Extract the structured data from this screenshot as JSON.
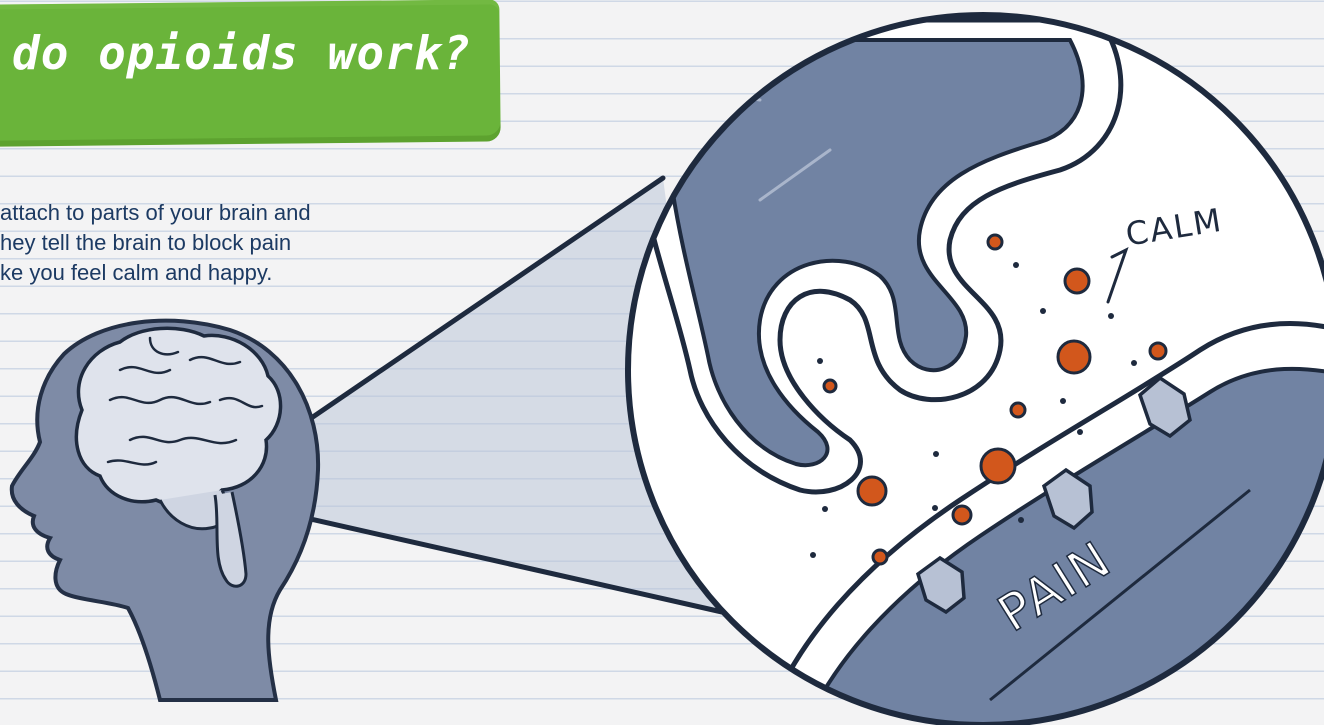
{
  "banner": {
    "title": "do opioids work?"
  },
  "body_text": {
    "lines": [
      "attach to parts of your brain and",
      "hey tell the brain to block pain",
      "ke you feel calm and happy."
    ]
  },
  "illustration": {
    "calm_label": "CALM",
    "pain_label": "PAIN"
  },
  "colors": {
    "banner_green": "#6ab43a",
    "text_navy": "#1c3a63",
    "outline_dark": "#1e2a3e",
    "neuron_blue": "#7183a3",
    "molecule_orange": "#d2571c"
  }
}
